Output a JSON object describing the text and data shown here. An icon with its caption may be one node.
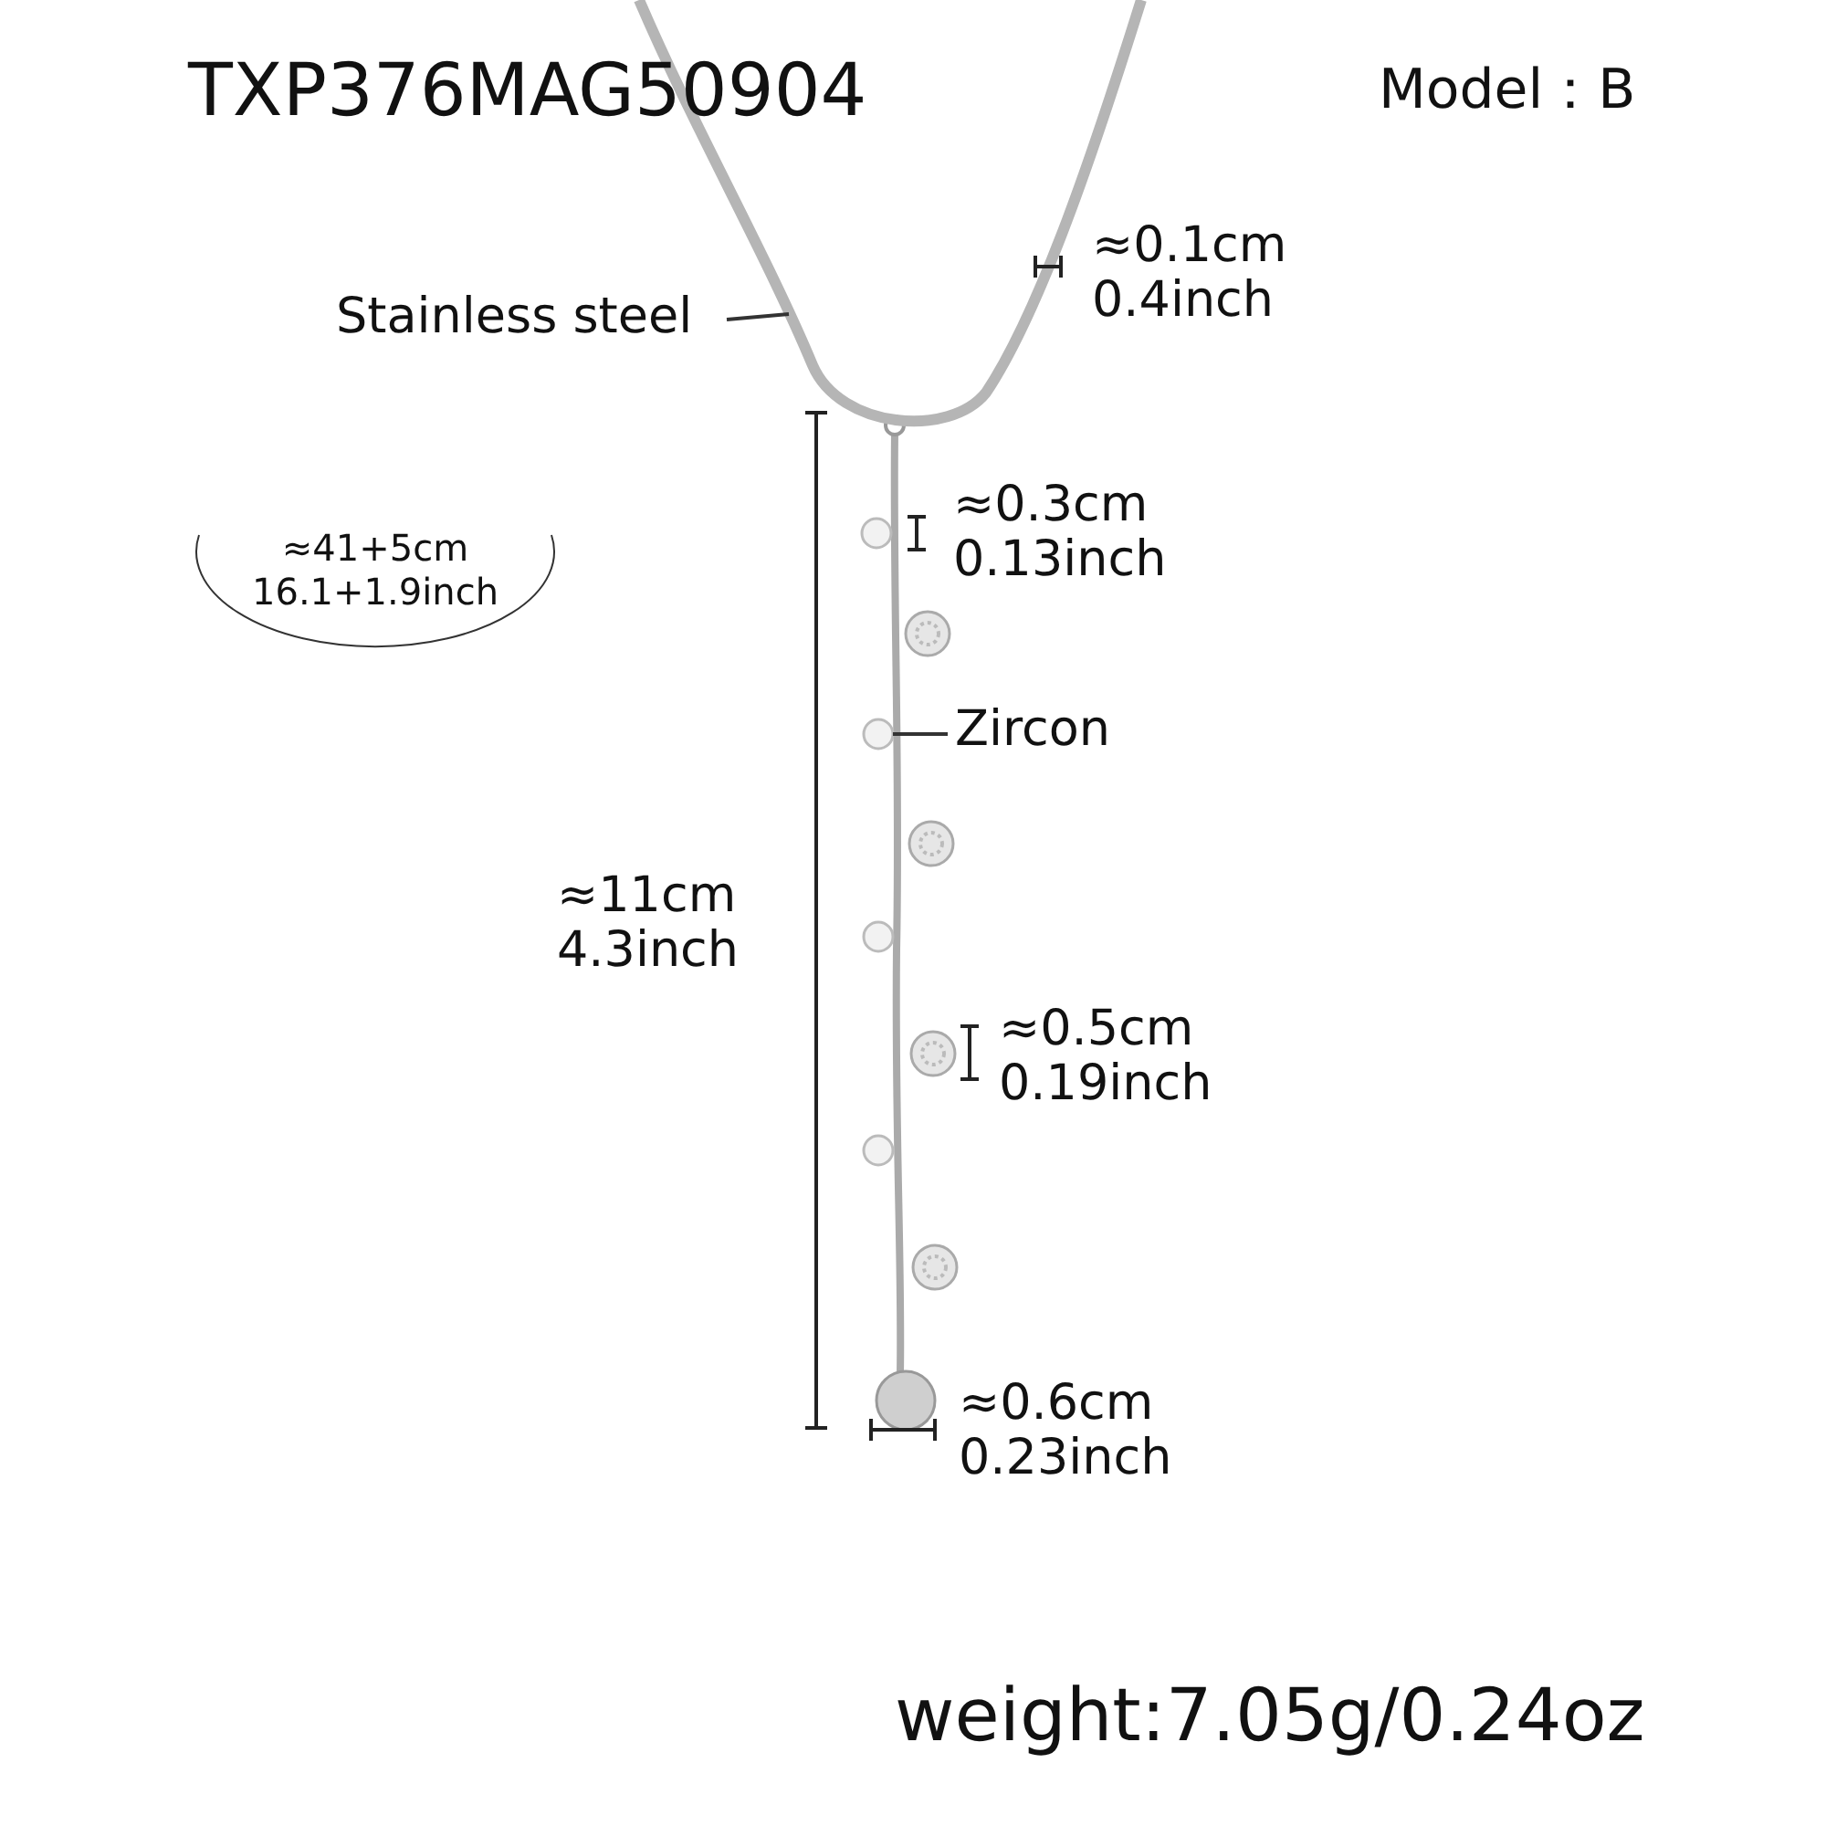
{
  "diagram": {
    "nodes": [
      {
        "text": [
          "Stainless steel"
        ]
      },
      {
        "text": [],
        "shape": "picture"
      },
      {
        "text": [
          "≈41+5cm 16.1+1.9inch"
        ]
      },
      {
        "text": [
          "Zircon"
        ]
      },
      {
        "text": [],
        "shape": "picture"
      }
    ],
    "edges": [
      {
        "from": 0,
        "to": 1,
        "arrow": "none"
      },
      {
        "from": 3,
        "to": 4,
        "arrow": "none"
      }
    ],
    "labels": [
      "TXP376MAG50904",
      "Model：B",
      "≈0.1cm",
      "0.4inch",
      "≈0.3cm",
      "0.13inch",
      "≈11cm",
      "4.3inch",
      "≈0.5cm",
      "0.19inch",
      "≈0.6cm",
      "0.23inch",
      "weight:7.05g/0.24oz"
    ]
  }
}
